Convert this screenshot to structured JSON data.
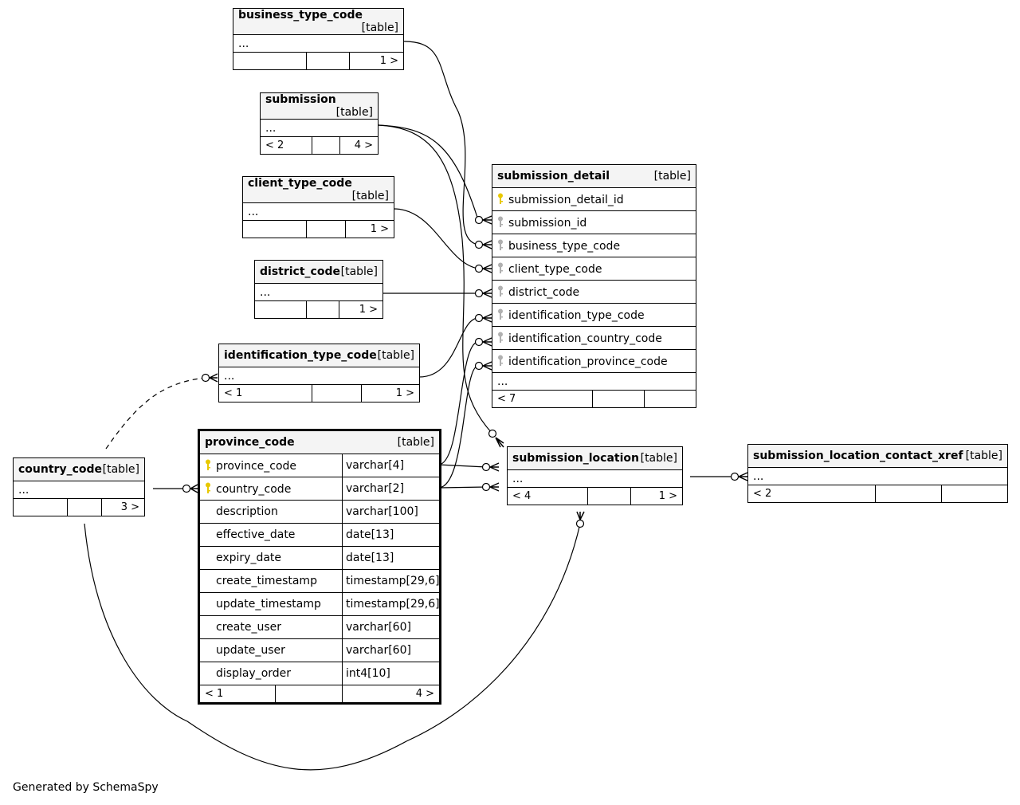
{
  "tables": {
    "business_type_code": {
      "name": "business_type_code",
      "type_label": "[table]",
      "ellipsis": "...",
      "foot_left": "",
      "foot_right": "1 >"
    },
    "submission": {
      "name": "submission",
      "type_label": "[table]",
      "ellipsis": "...",
      "foot_left": "< 2",
      "foot_right": "4 >"
    },
    "client_type_code": {
      "name": "client_type_code",
      "type_label": "[table]",
      "ellipsis": "...",
      "foot_left": "",
      "foot_right": "1 >"
    },
    "district_code": {
      "name": "district_code",
      "type_label": "[table]",
      "ellipsis": "...",
      "foot_left": "",
      "foot_right": "1 >"
    },
    "identification_type_code": {
      "name": "identification_type_code",
      "type_label": "[table]",
      "ellipsis": "...",
      "foot_left": "< 1",
      "foot_right": "1 >"
    },
    "country_code": {
      "name": "country_code",
      "type_label": "[table]",
      "ellipsis": "...",
      "foot_left": "",
      "foot_right": "3 >"
    },
    "province_code": {
      "name": "province_code",
      "type_label": "[table]",
      "columns": [
        {
          "name": "province_code",
          "type": "varchar[4]",
          "key": "pk"
        },
        {
          "name": "country_code",
          "type": "varchar[2]",
          "key": "pk"
        },
        {
          "name": "description",
          "type": "varchar[100]",
          "key": ""
        },
        {
          "name": "effective_date",
          "type": "date[13]",
          "key": ""
        },
        {
          "name": "expiry_date",
          "type": "date[13]",
          "key": ""
        },
        {
          "name": "create_timestamp",
          "type": "timestamp[29,6]",
          "key": ""
        },
        {
          "name": "update_timestamp",
          "type": "timestamp[29,6]",
          "key": ""
        },
        {
          "name": "create_user",
          "type": "varchar[60]",
          "key": ""
        },
        {
          "name": "update_user",
          "type": "varchar[60]",
          "key": ""
        },
        {
          "name": "display_order",
          "type": "int4[10]",
          "key": ""
        }
      ],
      "foot_left": "< 1",
      "foot_right": "4 >"
    },
    "submission_detail": {
      "name": "submission_detail",
      "type_label": "[table]",
      "columns": [
        {
          "name": "submission_detail_id",
          "key": "pk"
        },
        {
          "name": "submission_id",
          "key": "fk"
        },
        {
          "name": "business_type_code",
          "key": "fk"
        },
        {
          "name": "client_type_code",
          "key": "fk"
        },
        {
          "name": "district_code",
          "key": "fk"
        },
        {
          "name": "identification_type_code",
          "key": "fk"
        },
        {
          "name": "identification_country_code",
          "key": "fk"
        },
        {
          "name": "identification_province_code",
          "key": "fk"
        }
      ],
      "ellipsis": "...",
      "foot_left": "< 7",
      "foot_right": ""
    },
    "submission_location": {
      "name": "submission_location",
      "type_label": "[table]",
      "ellipsis": "...",
      "foot_left": "< 4",
      "foot_right": "1 >"
    },
    "submission_location_contact_xref": {
      "name": "submission_location_contact_xref",
      "type_label": "[table]",
      "ellipsis": "...",
      "foot_left": "< 2",
      "foot_right": ""
    }
  },
  "footer": "Generated by SchemaSpy",
  "colors": {
    "pk_key": "#e8c800",
    "fk_key": "#b0b0b0",
    "line": "#000000",
    "header_bg": "#f4f4f4"
  }
}
